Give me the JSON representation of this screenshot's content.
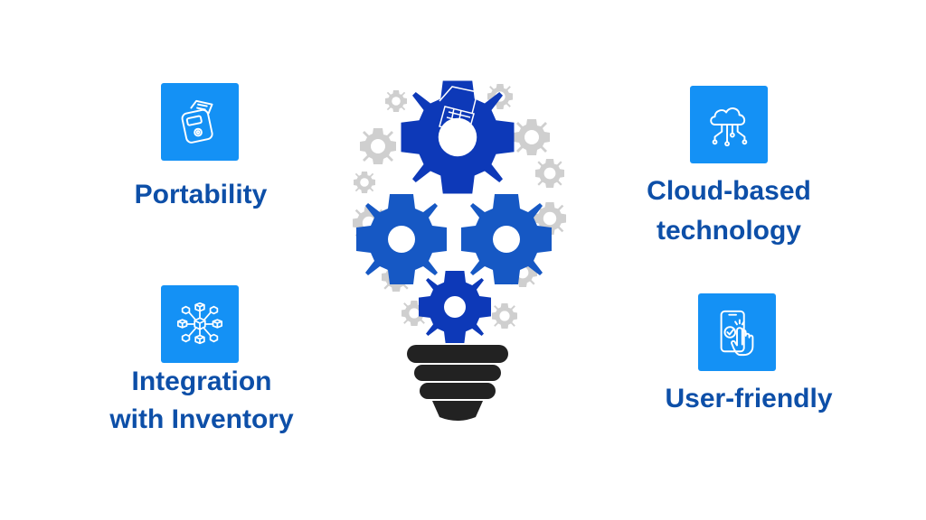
{
  "features": {
    "portability": {
      "label": "Portability",
      "icon": "receipt-printer-icon"
    },
    "integration": {
      "label_line1": "Integration",
      "label_line2": "with Inventory",
      "icon": "cube-network-icon"
    },
    "cloud": {
      "label_line1": "Cloud-based",
      "label_line2": "technology",
      "icon": "cloud-network-icon"
    },
    "user_friendly": {
      "label": "User-friendly",
      "icon": "touch-screen-icon"
    }
  },
  "colors": {
    "icon_background": "#1491f5",
    "label_text": "#0d4fa8",
    "gear_primary": "#0d39b8",
    "gear_secondary": "#1658c4",
    "gear_background": "#c9c9c9",
    "bulb_base": "#222222"
  }
}
